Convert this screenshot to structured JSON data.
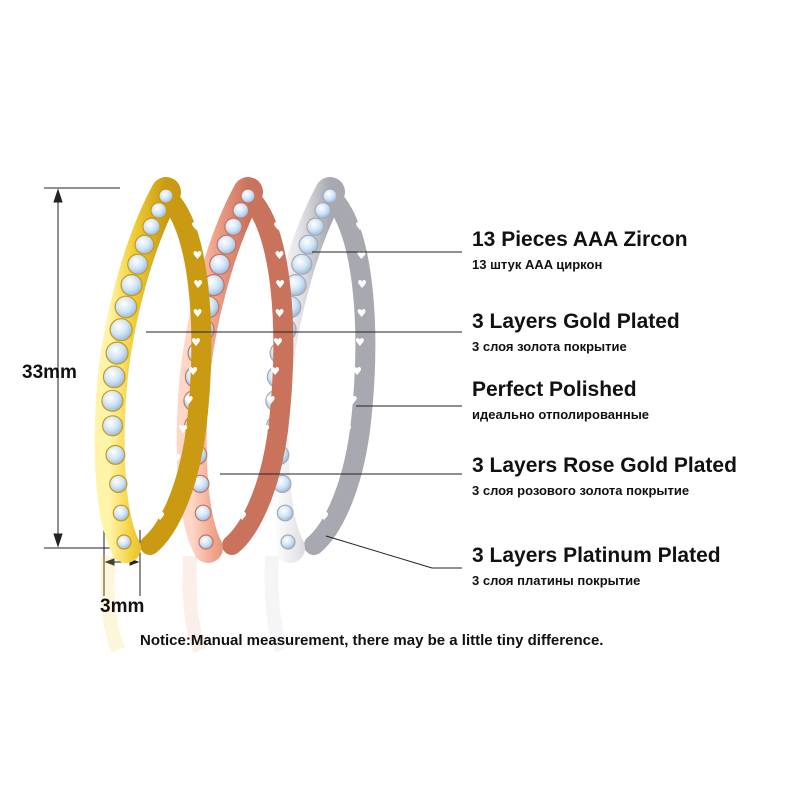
{
  "features": [
    {
      "title": "13 Pieces AAA Zircon",
      "subtitle": "13 штук AAA циркон"
    },
    {
      "title": "3 Layers Gold Plated",
      "subtitle": "3 слоя золота покрытие"
    },
    {
      "title": "Perfect Polished",
      "subtitle": "идеально отполированные"
    },
    {
      "title": "3 Layers Rose Gold Plated",
      "subtitle": "3 слоя розового золота покрытие"
    },
    {
      "title": "3 Layers Platinum Plated",
      "subtitle": "3 слоя платины покрытие"
    }
  ],
  "dimensions": {
    "height": "33mm",
    "width": "3mm"
  },
  "notice": "Notice:Manual measurement, there may be a little tiny difference.",
  "hoops": [
    {
      "finish": "gold",
      "color": "#f2cf3a",
      "shade": "#c99a12"
    },
    {
      "finish": "rose-gold",
      "color": "#f0a38c",
      "shade": "#c9735d"
    },
    {
      "finish": "platinum",
      "color": "#e4e4e8",
      "shade": "#a8a8b0"
    }
  ],
  "stone_color": "#cfe3f7"
}
